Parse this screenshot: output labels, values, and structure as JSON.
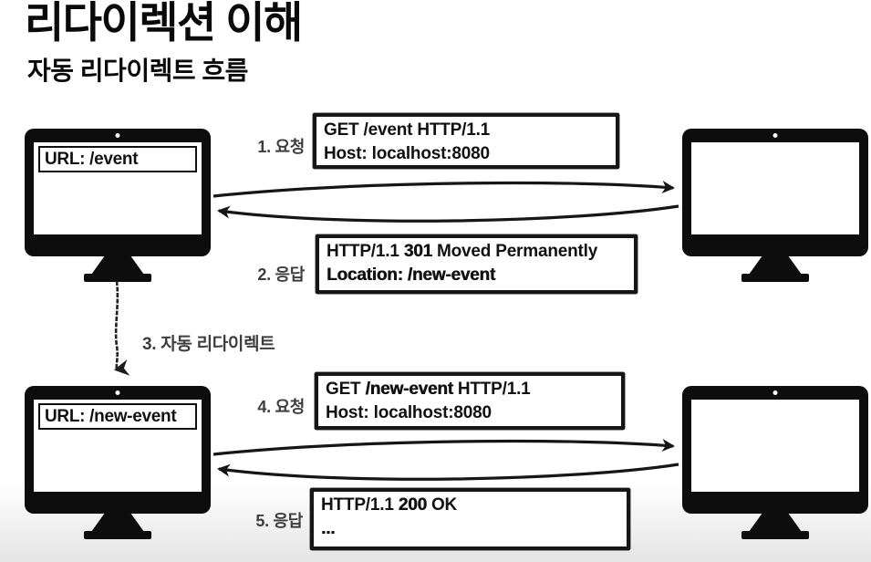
{
  "header": {
    "title": "리다이렉션 이해",
    "subtitle": "자동 리다이렉트 흐름"
  },
  "client": {
    "before": {
      "url": "URL: /event"
    },
    "after": {
      "url": "URL: /new-event"
    }
  },
  "flow": {
    "step1": {
      "label": "1. 요청",
      "line1": "GET /event HTTP/1.1",
      "line2": "Host: localhost:8080"
    },
    "step2": {
      "label": "2. 응답",
      "line1_prefix": "HTTP/1.1 ",
      "line1_strong": "301",
      "line1_suffix": " Moved Permanently",
      "line2": "Location: /new-event"
    },
    "step3": {
      "label": "3. 자동 리다이렉트"
    },
    "step4": {
      "label": "4. 요청",
      "line1_prefix": "GET ",
      "line1_strong": "/new-event",
      "line1_suffix": " HTTP/1.1",
      "line2": "Host: localhost:8080"
    },
    "step5": {
      "label": "5. 응답",
      "line1_prefix": "HTTP/1.1 ",
      "line1_strong": "200",
      "line1_suffix": " OK",
      "line2": "..."
    }
  },
  "icons": {
    "client_monitor": "desktop-monitor",
    "server_monitor": "desktop-monitor",
    "camera": "camera-dot",
    "request_arrow": "curved-arrow-right",
    "response_arrow": "curved-arrow-left",
    "redirect_arrow": "sketchy-arrow-down"
  },
  "colors": {
    "ink": "#111111",
    "monitor": "#0d0d0d",
    "label_gray": "#3d3d3d",
    "bg_fade": "#e4e4e4"
  }
}
